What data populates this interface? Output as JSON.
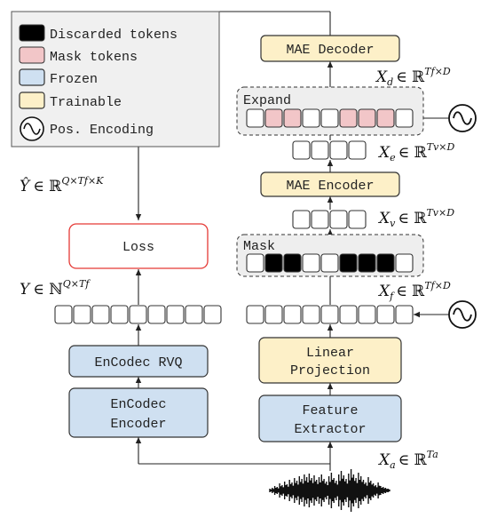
{
  "legend": {
    "discarded": "Discarded tokens",
    "mask": "Mask tokens",
    "frozen": "Frozen",
    "trainable": "Trainable",
    "pos_encoding": "Pos. Encoding",
    "colors": {
      "discarded": "#000000",
      "mask": "#f2c6c8",
      "frozen": "#cfe0f1",
      "trainable": "#fdf0c8"
    }
  },
  "blocks": {
    "mae_decoder": "MAE Decoder",
    "mae_encoder": "MAE Encoder",
    "loss": "Loss",
    "encodec_rvq": "EnCodec RVQ",
    "encodec_encoder_line1": "EnCodec",
    "encodec_encoder_line2": "Encoder",
    "linear_projection_line1": "Linear",
    "linear_projection_line2": "Projection",
    "feature_extractor_line1": "Feature",
    "feature_extractor_line2": "Extractor"
  },
  "groups": {
    "expand": "Expand",
    "mask": "Mask"
  },
  "math": {
    "xd_base": "X",
    "xd_sub": "d",
    "xd_rest": "∈ ℝ",
    "xd_sup": "Tf×D",
    "xe_base": "X",
    "xe_sub": "e",
    "xe_rest": "∈ ℝ",
    "xe_sup": "Tv×D",
    "xv_base": "X",
    "xv_sub": "v",
    "xv_rest": "∈ ℝ",
    "xv_sup": "Tv×D",
    "xf_base": "X",
    "xf_sub": "f",
    "xf_rest": "∈ ℝ",
    "xf_sup": "Tf×D",
    "xa_base": "X",
    "xa_sub": "a",
    "xa_rest": "∈ ℝ",
    "xa_sup": "Ta",
    "yhat_base": "Ŷ",
    "yhat_rest": "∈ ℝ",
    "yhat_sup": "Q×Tf×K",
    "y_base": "Y",
    "y_rest": "∈ ℕ",
    "y_sup": "Q×Tf"
  },
  "icons": {
    "pos_encoding": "sine-wave-icon",
    "waveform": "audio-waveform-icon"
  }
}
